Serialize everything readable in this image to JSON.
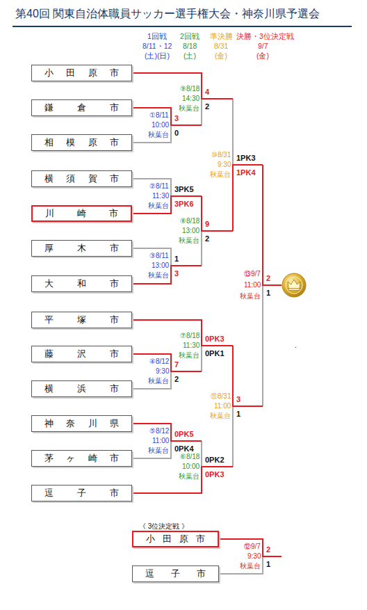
{
  "diagram": {
    "title": "第40回 関東自治体職員サッカー選手権大会・神奈川県予選会",
    "nodes": [
      {
        "text": [
          "小田原市"
        ]
      },
      {
        "text": [
          "鎌倉市"
        ]
      },
      {
        "text": [
          "相模原市"
        ]
      },
      {
        "text": [
          "横須賀市"
        ]
      },
      {
        "text": [
          "川崎市"
        ]
      },
      {
        "text": [
          "厚木市"
        ]
      },
      {
        "text": [
          "大和市"
        ]
      },
      {
        "text": [
          "平塚市"
        ]
      },
      {
        "text": [
          "藤沢市"
        ]
      },
      {
        "text": [
          "横浜市"
        ]
      },
      {
        "text": [
          "神奈川県"
        ]
      },
      {
        "text": [
          "茅ヶ崎市"
        ]
      },
      {
        "text": [
          "逗子市"
        ]
      },
      {
        "text": [
          "小田原市"
        ]
      },
      {
        "text": [
          "逗子市"
        ]
      }
    ],
    "labels": [
      "1回戦",
      "8/11・12",
      "(土)(日)",
      "2回戦",
      "8/18",
      "(土)",
      "準決勝",
      "8/31",
      "(金)",
      "決勝・3位決定戦",
      "9/7",
      "(金)",
      "⑨8/18",
      "14:30",
      "秋葉台",
      "4",
      "2",
      "①8/11",
      "10:00",
      "秋葉台",
      "3",
      "0",
      "⑩8/31",
      "9:30",
      "秋葉台",
      "1PK3",
      "1PK4",
      "②8/11",
      "11:30",
      "秋葉台",
      "3PK5",
      "3PK6",
      "⑧8/18",
      "13:00",
      "秋葉台",
      "9",
      "2",
      "③8/11",
      "13:00",
      "秋葉台",
      "1",
      "3",
      "⑬9/7",
      "11:00",
      "秋葉台",
      "2",
      "1",
      "⑦8/18",
      "11:30",
      "秋葉台",
      "0PK3",
      "0PK1",
      ".",
      "④8/12",
      "9:30",
      "秋葉台",
      "7",
      "2",
      "⑪8/31",
      "11:00",
      "秋葉台",
      "3",
      "1",
      "⑤8/12",
      "11:00",
      "秋葉台",
      "0PK5",
      "0PK4",
      "⑥8/18",
      "10:00",
      "秋葉台",
      "0PK2",
      "0PK3",
      "《 3位決定戦 》",
      "⑫9/7",
      "9:30",
      "秋葉台",
      "2",
      "1"
    ]
  }
}
